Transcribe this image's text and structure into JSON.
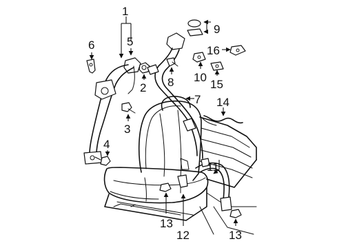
{
  "diagram": {
    "background": "#ffffff",
    "line_color": "#111111",
    "callouts": [
      {
        "id": "c1",
        "text": "1"
      },
      {
        "id": "c2",
        "text": "2"
      },
      {
        "id": "c3",
        "text": "3"
      },
      {
        "id": "c4",
        "text": "4"
      },
      {
        "id": "c5",
        "text": "5"
      },
      {
        "id": "c6",
        "text": "6"
      },
      {
        "id": "c7",
        "text": "7"
      },
      {
        "id": "c8",
        "text": "8"
      },
      {
        "id": "c9",
        "text": "9"
      },
      {
        "id": "c10",
        "text": "10"
      },
      {
        "id": "c11",
        "text": "11"
      },
      {
        "id": "c12",
        "text": "12"
      },
      {
        "id": "c13a",
        "text": "13"
      },
      {
        "id": "c13b",
        "text": "13"
      },
      {
        "id": "c14",
        "text": "14"
      },
      {
        "id": "c15",
        "text": "15"
      },
      {
        "id": "c16",
        "text": "16"
      }
    ]
  }
}
